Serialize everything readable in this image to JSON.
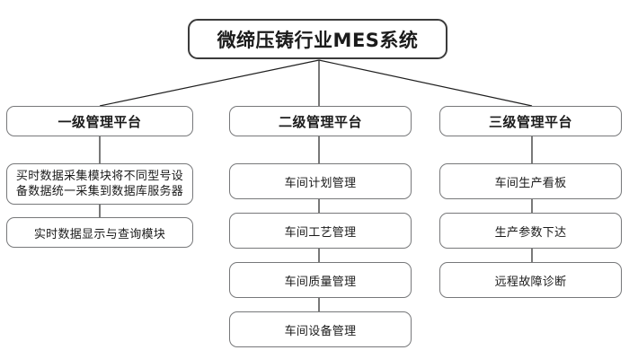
{
  "diagram": {
    "type": "hierarchy-tree",
    "background_color": "#ffffff",
    "box_border_color": "#77787a",
    "title_border_color": "#3b3b3b",
    "connector_color": "#1f1f1f",
    "text_color": "#1b1b1b",
    "root": {
      "label": "微缔压铸行业MES系统"
    },
    "columns": [
      {
        "platform": "一级管理平台",
        "items": [
          "买时数据采集模块将不同型号设\n备数据统一采集到数据库服务器",
          "实时数据显示与查询模块"
        ]
      },
      {
        "platform": "二级管理平台",
        "items": [
          "车间计划管理",
          "车间工艺管理",
          "车间质量管理",
          "车间设备管理"
        ]
      },
      {
        "platform": "三级管理平台",
        "items": [
          "车间生产看板",
          "生产参数下达",
          "远程故障诊断"
        ]
      }
    ]
  }
}
